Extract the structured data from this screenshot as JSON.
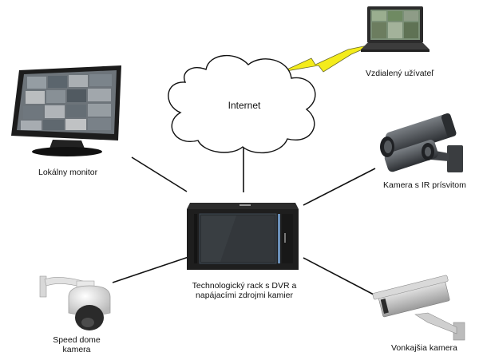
{
  "diagram": {
    "nodes": {
      "internet": {
        "label": "Internet"
      },
      "remote_user": {
        "label": "Vzdialený užívateľ"
      },
      "local_monitor": {
        "label": "Lokálny monitor"
      },
      "ir_camera": {
        "label": "Kamera s IR prísvitom"
      },
      "rack": {
        "label_line1": "Technologický rack s DVR a",
        "label_line2": "napájacími zdrojmi kamier"
      },
      "speed_dome": {
        "label_line1": "Speed dome",
        "label_line2": "kamera"
      },
      "outdoor_camera": {
        "label": "Vonkajšia kamera"
      }
    },
    "links": [
      {
        "from": "local_monitor",
        "to": "rack"
      },
      {
        "from": "internet",
        "to": "rack"
      },
      {
        "from": "ir_camera",
        "to": "rack"
      },
      {
        "from": "speed_dome",
        "to": "rack"
      },
      {
        "from": "outdoor_camera",
        "to": "rack"
      },
      {
        "from": "internet",
        "to": "remote_user",
        "style": "lightning"
      }
    ],
    "colors": {
      "line": "#111111",
      "lightning": "#f4ec1c",
      "lightning_edge": "#6a6a2a",
      "rack": "#1e1e1e",
      "camera": "#4a4d50"
    }
  }
}
